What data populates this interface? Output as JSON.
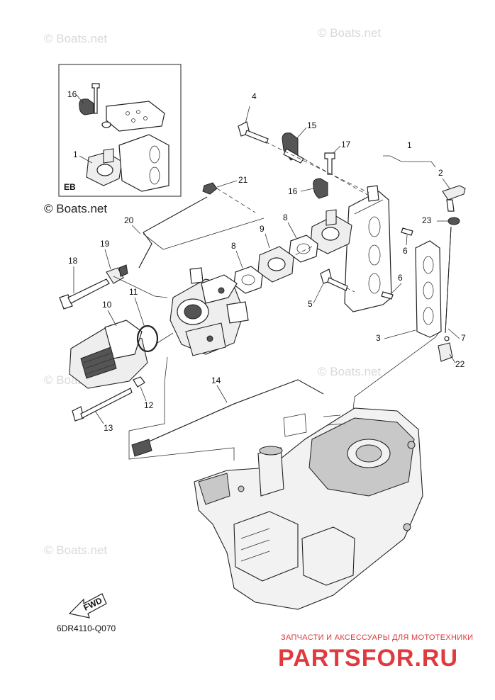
{
  "watermarks": {
    "site": "© Boats.net",
    "site_dark": "© Boats.net"
  },
  "inset": {
    "code": "EB",
    "callouts": [
      "16",
      "1"
    ]
  },
  "callouts": {
    "c1": "1",
    "c2": "2",
    "c3": "3",
    "c4": "4",
    "c5a": "5",
    "c6a": "6",
    "c6b": "6",
    "c7": "7",
    "c8a": "8",
    "c8b": "8",
    "c9": "9",
    "c10": "10",
    "c11": "11",
    "c12": "12",
    "c13": "13",
    "c14": "14",
    "c15": "15",
    "c16": "16",
    "c17": "17",
    "c18": "18",
    "c19": "19",
    "c20": "20",
    "c21": "21",
    "c22": "22",
    "c23": "23"
  },
  "fwd_label": "FWD",
  "diagram_code": "6DR4110-Q070",
  "brand": {
    "subtitle": "ЗАПЧАСТИ И АКСЕССУАРЫ ДЛЯ МОТОТЕХНИКИ",
    "name": "PARTSFOR.RU",
    "color": "#e03a3f"
  }
}
